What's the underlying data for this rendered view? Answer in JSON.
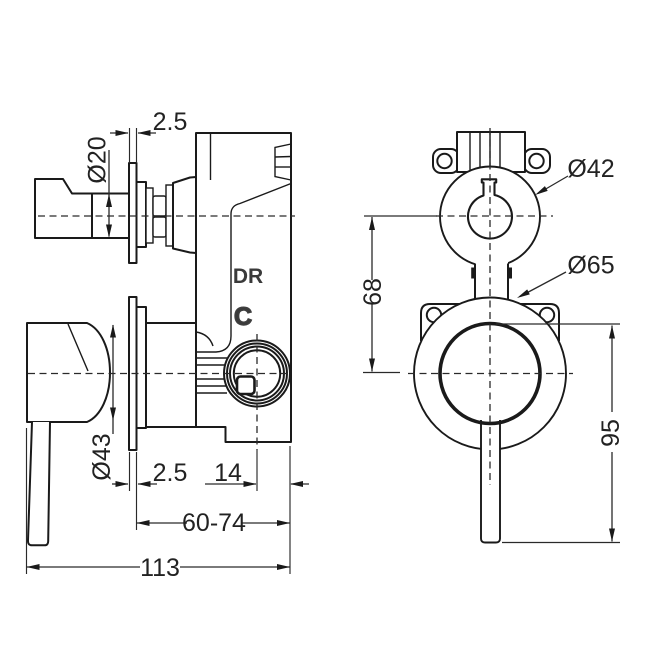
{
  "drawing": {
    "side_view": {
      "marking_dr": "DR",
      "marking_c": "C"
    },
    "dimensions": {
      "top_plate_thickness": "2.5",
      "spindle_diameter": "Ø20",
      "upper_escutcheon_diameter": "Ø42",
      "lower_escutcheon_diameter": "Ø65",
      "center_spacing": "68",
      "handle_reach": "95",
      "body_diameter": "Ø43",
      "bottom_plate_thickness": "2.5",
      "outlet_to_face": "14",
      "installation_depth_range": "60-74",
      "overall_length": "113"
    },
    "colors": {
      "line": "#1a1a1a",
      "background": "#ffffff"
    }
  }
}
